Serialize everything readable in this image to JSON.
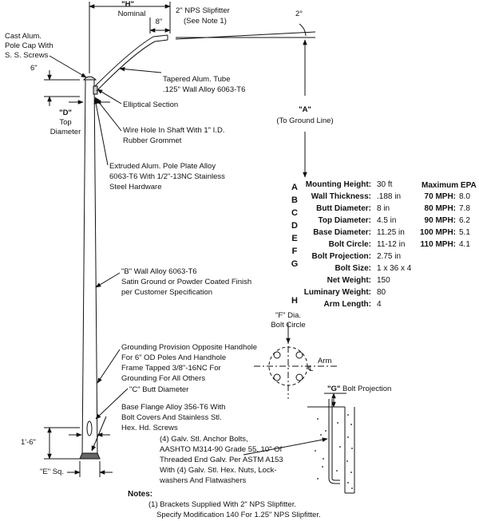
{
  "dimensions": {
    "h_label": "\"H\"",
    "h_sub": "Nominal",
    "eight_label": "8\"",
    "two_deg": "2°",
    "six_label": "6\"",
    "d_label": "\"D\"",
    "d_sub1": "Top",
    "d_sub2": "Diameter",
    "a_label": "\"A\"",
    "a_sub": "(To Ground Line)",
    "one_six": "1'-6\"",
    "e_label": "\"E\" Sq."
  },
  "callouts": {
    "slipfitter_1": "2\" NPS Slipfitter",
    "slipfitter_2": "(See Note 1)",
    "pole_cap_1": "Cast Alum.",
    "pole_cap_2": "Pole Cap With",
    "pole_cap_3": "S. S. Screws",
    "tapered_1": "Tapered Alum. Tube",
    "tapered_2": ".125\" Wall Alloy 6063-T6",
    "elliptical": "Elliptical Section",
    "wire_hole_1": "Wire Hole In Shaft With 1\" I.D.",
    "wire_hole_2": "Rubber Grommet",
    "plate_1": "Extruded Alum. Pole Plate Alloy",
    "plate_2": "6063-T6 With 1/2\"-13NC Stainless",
    "plate_3": "Steel Hardware",
    "b_wall_1": "\"B\" Wall Alloy 6063-T6",
    "b_wall_2": "Satin Ground or Powder Coated Finish",
    "b_wall_3": "per Customer Specification",
    "ground_1": "Grounding Provision Opposite Handhole",
    "ground_2": "For 6\" OD Poles And Handhole",
    "ground_3": "Frame Tapped 3/8\"-16NC For",
    "ground_4": "Grounding For All Others",
    "butt": "\"C\" Butt Diameter",
    "flange_1": "Base Flange Alloy 356-T6 With",
    "flange_2": "Bolt Covers And Stainless Stl.",
    "flange_3": "Hex. Hd. Screws",
    "anchor_1": "(4) Galv. Stl. Anchor Bolts,",
    "anchor_2": "AASHTO M314-90 Grade 55, 10\" Of",
    "anchor_3": "Threaded End Galv. Per ASTM A153",
    "anchor_4": "With (4) Galv. Stl. Hex. Nuts, Lock-",
    "anchor_5": "washers And Flatwashers",
    "f_dia_1": "\"F\" Dia.",
    "f_dia_2": "Bolt Circle",
    "arm": "Arm",
    "cl": "℄",
    "g_proj_bold": "\"G\"",
    "g_proj_rest": " Bolt Projection"
  },
  "specs": {
    "letters": [
      "A",
      "B",
      "C",
      "D",
      "E",
      "F",
      "G",
      "H"
    ],
    "rows": [
      {
        "label": "Mounting Height:",
        "value": "30 ft"
      },
      {
        "label": "Wall Thickness:",
        "value": ".188 in"
      },
      {
        "label": "Butt Diameter:",
        "value": "8 in"
      },
      {
        "label": "Top Diameter:",
        "value": "4.5 in"
      },
      {
        "label": "Base Diameter:",
        "value": "11.25 in"
      },
      {
        "label": "Bolt Circle:",
        "value": "11-12 in"
      },
      {
        "label": "Bolt Projection:",
        "value": "2.75 in"
      },
      {
        "label": "Bolt Size:",
        "value": "1 x 36 x 4"
      },
      {
        "label": "Net Weight:",
        "value": "150"
      },
      {
        "label": "Luminary Weight:",
        "value": "80"
      },
      {
        "label": "Arm Length:",
        "value": "4"
      }
    ]
  },
  "epa": {
    "title": "Maximum EPA",
    "rows": [
      {
        "label": "70 MPH:",
        "value": "8.0"
      },
      {
        "label": "80 MPH:",
        "value": "7.8"
      },
      {
        "label": "90 MPH:",
        "value": "6.2"
      },
      {
        "label": "100 MPH:",
        "value": "5.1"
      },
      {
        "label": "110 MPH:",
        "value": "4.1"
      }
    ]
  },
  "notes": {
    "title": "Notes:",
    "line1": "(1) Brackets Supplied With 2\" NPS Slipfitter.",
    "line2": "Specify Modification 140 For 1.25\" NPS Slipfitter."
  }
}
